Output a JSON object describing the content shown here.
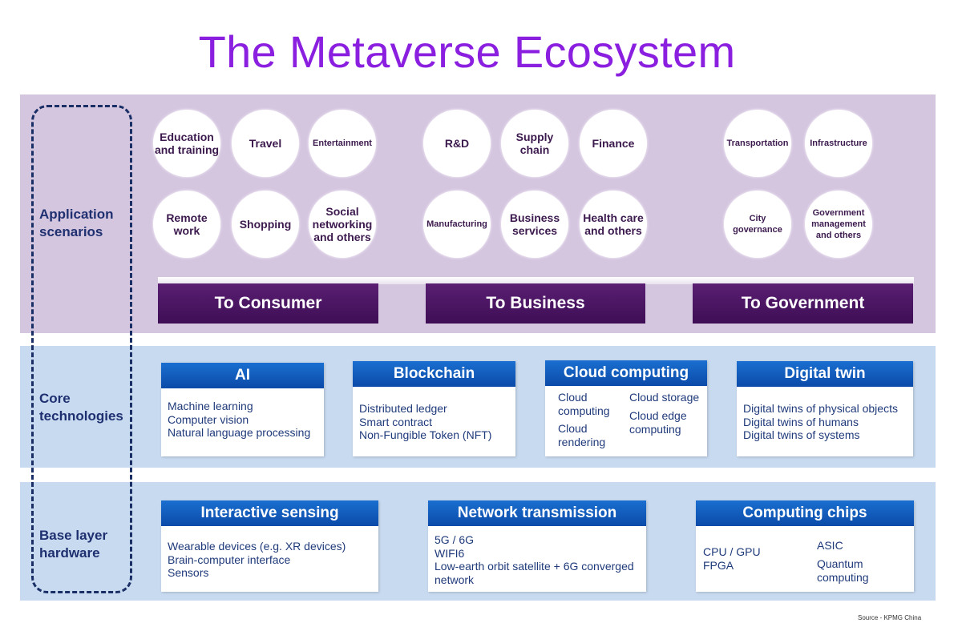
{
  "title": "The Metaverse Ecosystem",
  "layers": {
    "application": "Application scenarios",
    "core": "Core technologies",
    "base": "Base layer hardware"
  },
  "scenarios": {
    "consumer": [
      "Education and training",
      "Travel",
      "Entertainment",
      "Remote work",
      "Shopping",
      "Social networking and others"
    ],
    "business": [
      "R&D",
      "Supply chain",
      "Finance",
      "Manufacturing",
      "Business services",
      "Health care and others"
    ],
    "government": [
      "Transportation",
      "Infrastructure",
      "City governance",
      "Government management and others"
    ]
  },
  "groups": [
    "To Consumer",
    "To Business",
    "To Government"
  ],
  "core": {
    "ai": {
      "title": "AI",
      "items": [
        "Machine learning",
        "Computer vision",
        "Natural language processing"
      ]
    },
    "blockchain": {
      "title": "Blockchain",
      "items": [
        "Distributed ledger",
        "Smart contract",
        "Non-Fungible Token (NFT)"
      ]
    },
    "cloud": {
      "title": "Cloud computing",
      "items": [
        "Cloud computing",
        "Cloud rendering",
        "Cloud storage",
        "Cloud edge computing"
      ]
    },
    "twin": {
      "title": "Digital twin",
      "items": [
        "Digital twins of physical objects",
        "Digital twins of humans",
        "Digital twins of systems"
      ]
    }
  },
  "base": {
    "sensing": {
      "title": "Interactive sensing",
      "items": [
        "Wearable devices (e.g. XR devices)",
        "Brain-computer interface",
        "Sensors"
      ]
    },
    "network": {
      "title": "Network transmission",
      "items": [
        "5G / 6G",
        "WIFI6",
        "Low-earth orbit satellite + 6G converged network"
      ]
    },
    "chips": {
      "title": "Computing chips",
      "items": [
        "CPU / GPU",
        "FPGA",
        "ASIC",
        "Quantum computing"
      ]
    }
  },
  "source": "Source - KPMG China"
}
